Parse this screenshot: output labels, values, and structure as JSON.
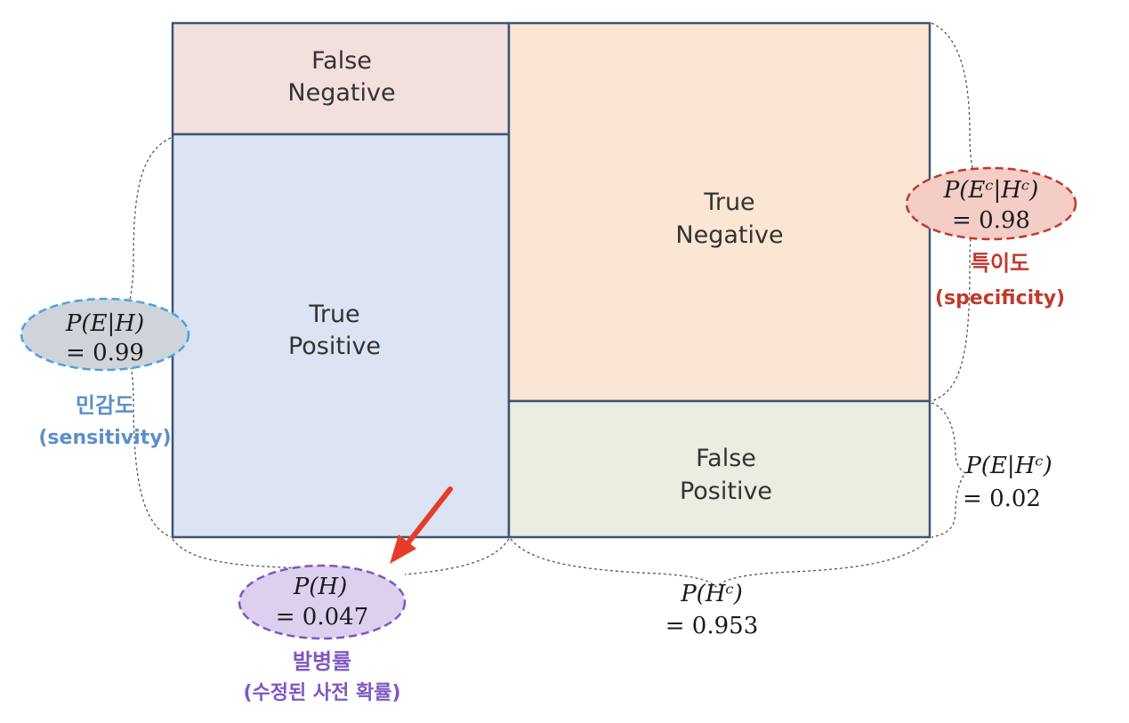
{
  "cells": {
    "false_negative": [
      "False",
      "Negative"
    ],
    "true_positive": [
      "True",
      "Positive"
    ],
    "true_negative": [
      "True",
      "Negative"
    ],
    "false_positive": [
      "False",
      "Positive"
    ]
  },
  "sensitivity": {
    "formula": "P(E|H)",
    "value": "= 0.99",
    "korean": "민감도",
    "english": "(sensitivity)",
    "color": "#5b8fc9"
  },
  "specificity": {
    "formula": "P(Eᶜ|Hᶜ)",
    "value": "= 0.98",
    "korean": "특이도",
    "english": "(specificity)",
    "color": "#c0392b"
  },
  "false_positive_rate": {
    "formula": "P(E|Hᶜ)",
    "value": "= 0.02"
  },
  "prevalence": {
    "formula": "P(H)",
    "value": "= 0.047",
    "korean": "발병률",
    "korean_sub": "(수정된 사전 확률)",
    "color": "#7e57c2"
  },
  "complement": {
    "formula": "P(Hᶜ)",
    "value": "= 0.953"
  },
  "colors": {
    "false_negative_fill": "#f2e0df",
    "true_positive_fill": "#dce3f2",
    "true_negative_fill": "#fbe6d3",
    "false_positive_fill": "#eaeddf",
    "border": "#3d5477",
    "arrow": "#e53d2a"
  }
}
